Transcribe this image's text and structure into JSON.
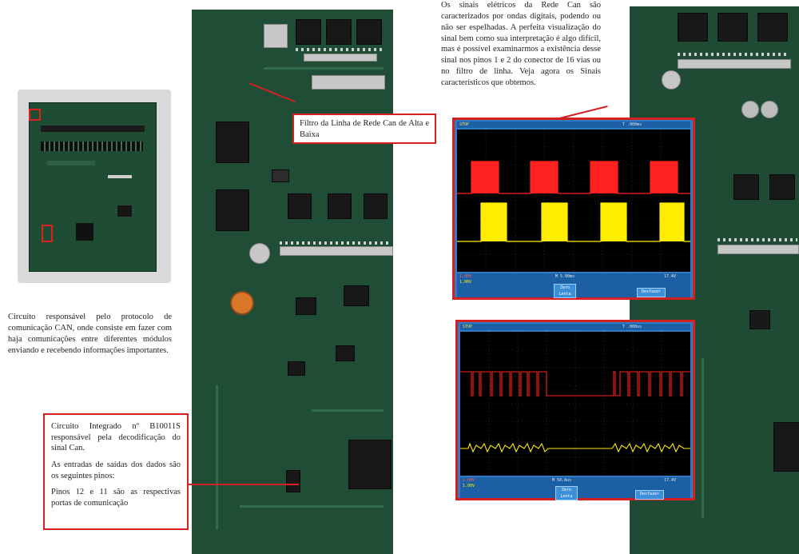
{
  "intro_text": "Os sinais elétricos da Rede Can são caracterizados por ondas digitais, podendo ou não ser espelhadas. A perfeita visualização do sinal bem como sua interpretação é algo difícil, mas é possível examinarmos a existência desse sinal nos pinos 1 e 2 do conector de 16 vias ou no filtro de linha. Veja agora os Sinais característicos que obtemos.",
  "circuit_text": "Circuito responsável pelo protocolo de comunicação CAN, onde consiste em fazer com haja comunicações entre diferentes módulos enviando e recebendo informações importantes.",
  "filter_callout": "Filtro da Linha de Rede Can de Alta e Baixa",
  "ic_callout": [
    "Circuito Integrado nº B10011S responsável pela decodificação do sinal Can.",
    "As entradas de saídas dos dados são os seguintes pinos:",
    "Pinos 12 e 11 são as respectivas portas de comunicação"
  ],
  "colors": {
    "callout_border": "#d42020",
    "scope_ch1": "#ff2020",
    "scope_ch2": "#ffee00",
    "scope_frame": "#2d7cc8"
  },
  "scope_top": {
    "status": "STOP",
    "timebase": "M 5.00ms",
    "time_top": "T  .000ms",
    "ch1_scale": "1.00V",
    "ch2_scale": "1.00V",
    "btn_left_line1": "Zero",
    "btn_left_line2": "Lenta",
    "btn_right": "Desfazer",
    "reading": "17.4V"
  },
  "scope_bottom": {
    "status": "STOP",
    "timebase": "M 50.0us",
    "time_top": "T  .000us",
    "ch1_scale": "1.00V",
    "ch2_scale": "1.00V",
    "btn_left_line1": "Zero",
    "btn_left_line2": "Lenta",
    "btn_right": "Desfazer",
    "reading": "17.4V"
  }
}
